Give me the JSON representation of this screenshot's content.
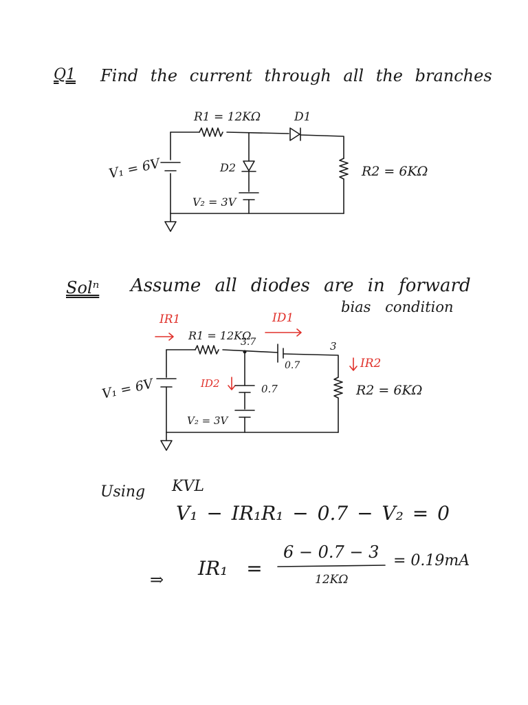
{
  "question": {
    "number": "Q1",
    "text": "Find the current through all the branches"
  },
  "circuit1": {
    "r1": "R1 = 12KΩ",
    "d1": "D1",
    "d2": "D2",
    "r2": "R2 = 6KΩ",
    "v1": "V₁ = 6V",
    "v2": "V₂ = 3V"
  },
  "solution": {
    "label": "Solⁿ",
    "assume_line1": "Assume all diodes are in forward",
    "assume_line2": "bias condition"
  },
  "circuit2": {
    "ir1": "IR1",
    "id1": "ID1",
    "id2": "ID2",
    "ir2": "IR2",
    "r1": "R1 = 12KΩ",
    "node_voltage": "3.7",
    "d1_drop": "0.7",
    "right_node": "3",
    "d2_drop": "0.7",
    "r2": "R2 = 6KΩ",
    "v1": "V₁ = 6V",
    "v2": "V₂ = 3V"
  },
  "kvl": {
    "using": "Using",
    "kvl": "KVL",
    "equation": "V₁ − IR₁R₁ − 0.7 − V₂ = 0",
    "implies": "⇒",
    "lhs": "IR₁ =",
    "numerator": "6 − 0.7 − 3",
    "denominator": "12KΩ",
    "result": "= 0.19mA"
  }
}
